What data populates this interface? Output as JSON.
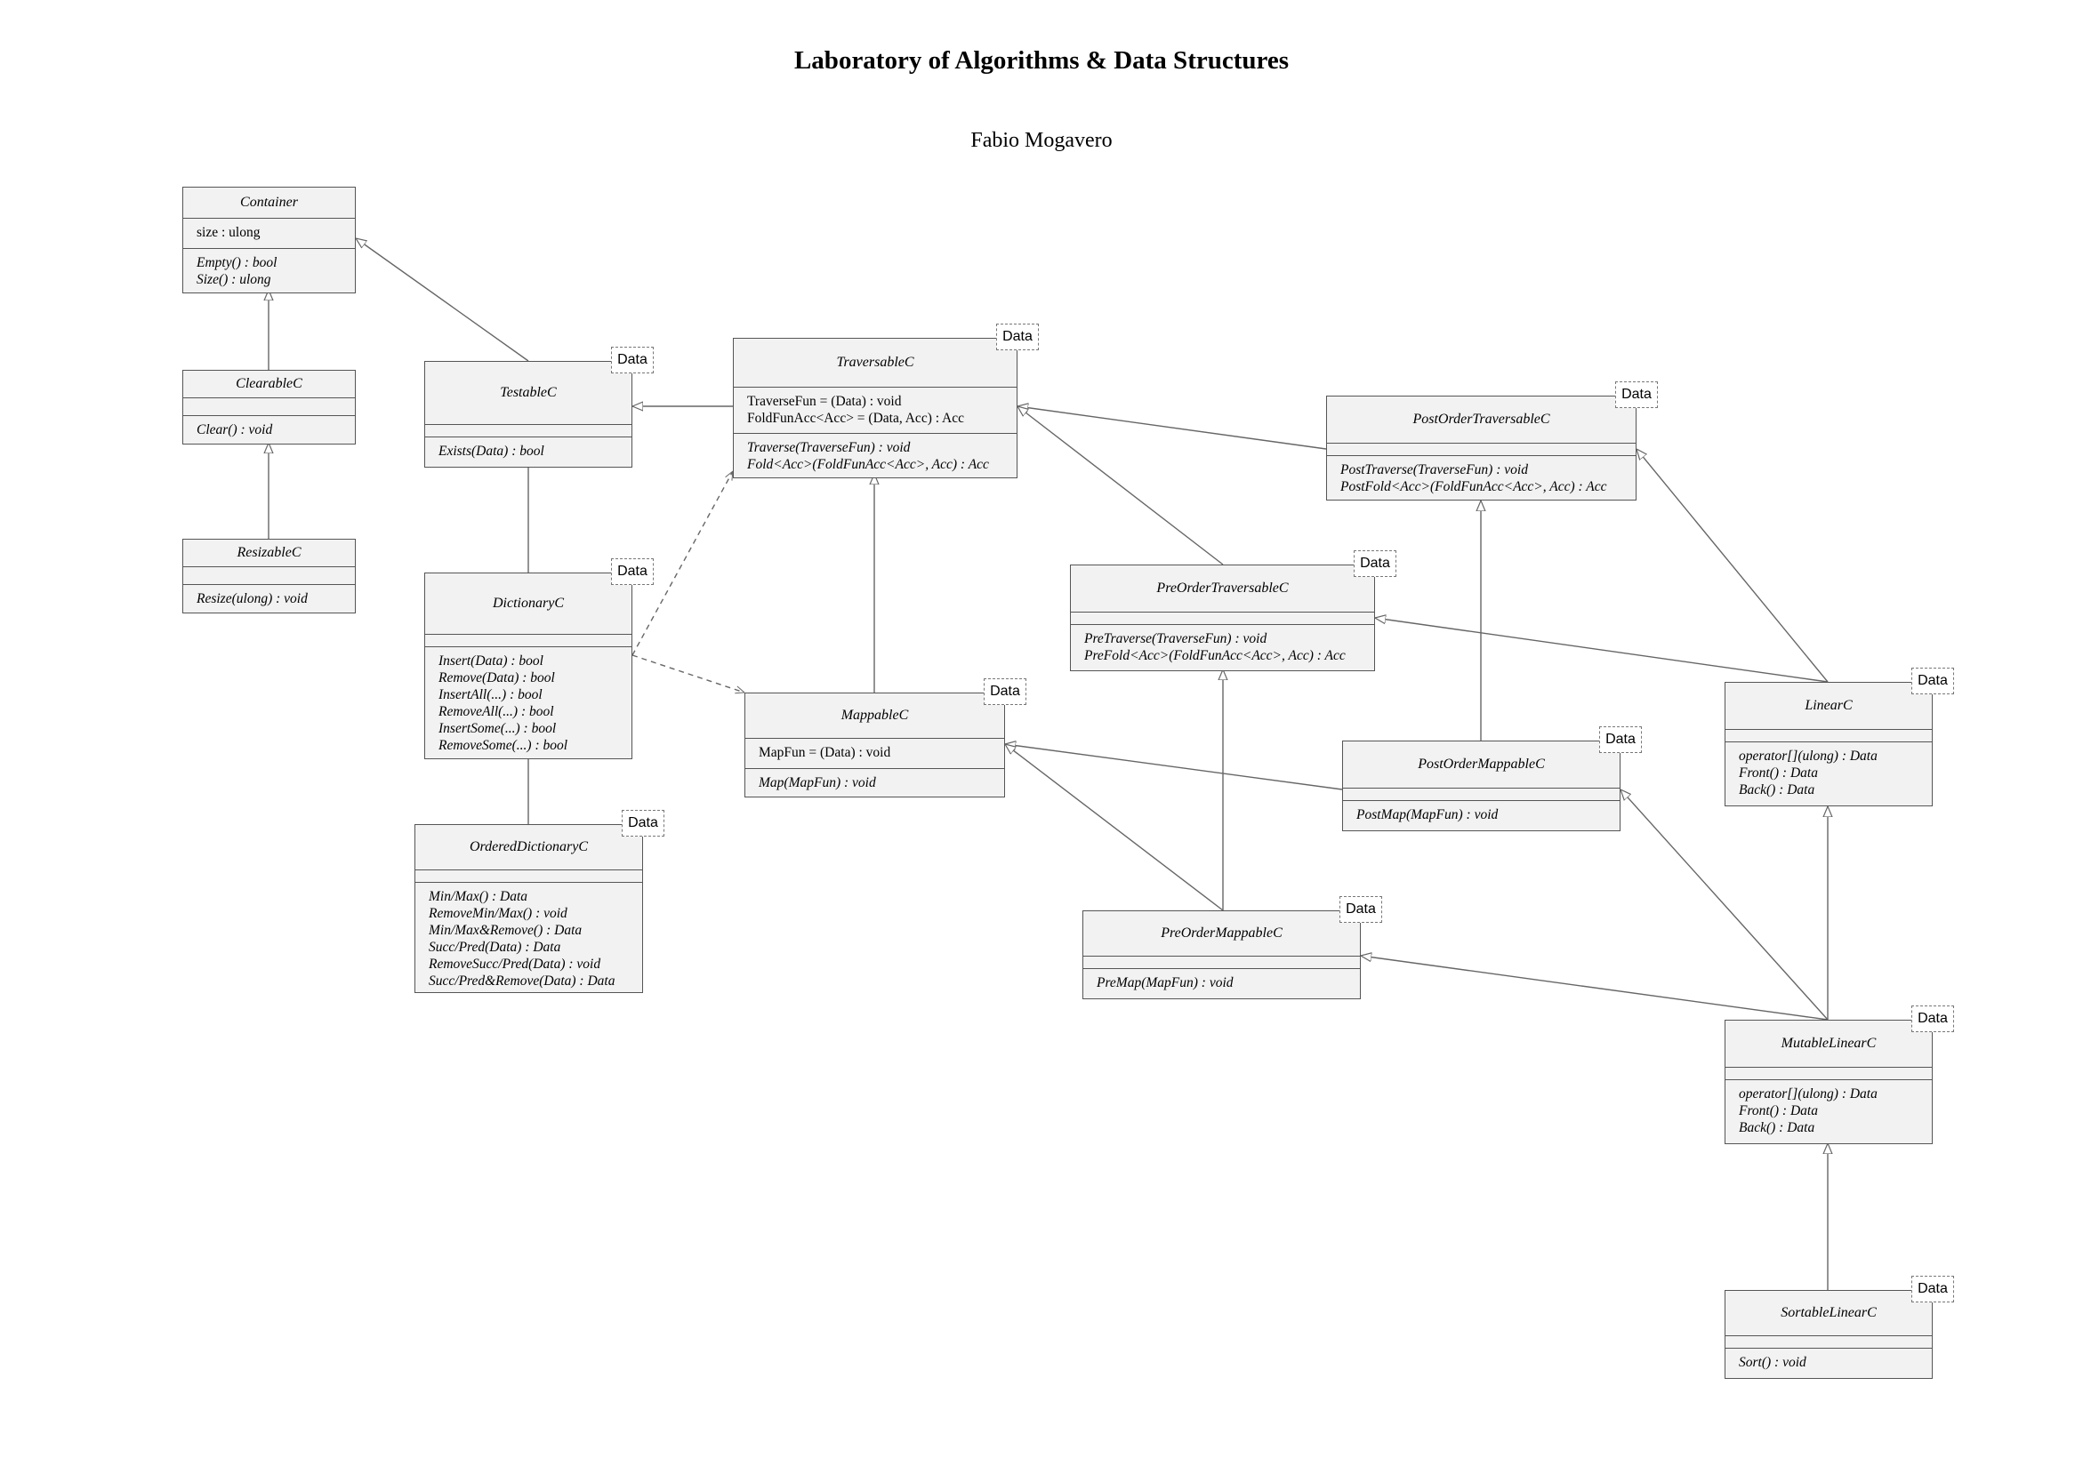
{
  "title": "Laboratory of Algorithms & Data Structures",
  "author": "Fabio Mogavero",
  "template_param": "Data",
  "classes": {
    "container": {
      "name": "Container",
      "attributes": [
        "size : ulong"
      ],
      "operations": [
        "Empty() : bool",
        "Size() : ulong"
      ]
    },
    "clearable": {
      "name": "ClearableC",
      "attributes": [],
      "operations": [
        "Clear() : void"
      ]
    },
    "resizable": {
      "name": "ResizableC",
      "attributes": [],
      "operations": [
        "Resize(ulong) : void"
      ]
    },
    "testable": {
      "name": "TestableC",
      "attributes": [],
      "operations": [
        "Exists(Data) : bool"
      ]
    },
    "dictionary": {
      "name": "DictionaryC",
      "attributes": [],
      "operations": [
        "Insert(Data) : bool",
        "Remove(Data) : bool",
        "InsertAll(...) : bool",
        "RemoveAll(...) : bool",
        "InsertSome(...) : bool",
        "RemoveSome(...) : bool"
      ]
    },
    "ordered_dictionary": {
      "name": "OrderedDictionaryC",
      "attributes": [],
      "operations": [
        "Min/Max() : Data",
        "RemoveMin/Max() : void",
        "Min/Max&Remove() : Data",
        "Succ/Pred(Data) : Data",
        "RemoveSucc/Pred(Data) : void",
        "Succ/Pred&Remove(Data) : Data"
      ]
    },
    "traversable": {
      "name": "TraversableC",
      "attributes": [
        "TraverseFun = (Data) : void",
        "FoldFunAcc<Acc> = (Data, Acc) : Acc"
      ],
      "operations": [
        "Traverse(TraverseFun) : void",
        "Fold<Acc>(FoldFunAcc<Acc>, Acc) : Acc"
      ]
    },
    "mappable": {
      "name": "MappableC",
      "attributes": [
        "MapFun = (Data) : void"
      ],
      "operations": [
        "Map(MapFun) : void"
      ]
    },
    "postorder_traversable": {
      "name": "PostOrderTraversableC",
      "attributes": [],
      "operations": [
        "PostTraverse(TraverseFun) : void",
        "PostFold<Acc>(FoldFunAcc<Acc>, Acc) : Acc"
      ]
    },
    "preorder_traversable": {
      "name": "PreOrderTraversableC",
      "attributes": [],
      "operations": [
        "PreTraverse(TraverseFun) : void",
        "PreFold<Acc>(FoldFunAcc<Acc>, Acc) : Acc"
      ]
    },
    "postorder_mappable": {
      "name": "PostOrderMappableC",
      "attributes": [],
      "operations": [
        "PostMap(MapFun) : void"
      ]
    },
    "preorder_mappable": {
      "name": "PreOrderMappableC",
      "attributes": [],
      "operations": [
        "PreMap(MapFun) : void"
      ]
    },
    "linear": {
      "name": "LinearC",
      "attributes": [],
      "operations": [
        "operator[](ulong) : Data",
        "Front() : Data",
        "Back() : Data"
      ]
    },
    "mutable_linear": {
      "name": "MutableLinearC",
      "attributes": [],
      "operations": [
        "operator[](ulong) : Data",
        "Front() : Data",
        "Back() : Data"
      ]
    },
    "sortable_linear": {
      "name": "SortableLinearC",
      "attributes": [],
      "operations": [
        "Sort() : void"
      ]
    }
  },
  "relations": [
    {
      "from": "clearable",
      "to": "container",
      "kind": "inheritance"
    },
    {
      "from": "resizable",
      "to": "clearable",
      "kind": "inheritance"
    },
    {
      "from": "testable",
      "to": "container",
      "kind": "inheritance"
    },
    {
      "from": "traversable",
      "to": "testable",
      "kind": "inheritance"
    },
    {
      "from": "dictionary",
      "to": "testable",
      "kind": "inheritance"
    },
    {
      "from": "ordered_dictionary",
      "to": "dictionary",
      "kind": "inheritance"
    },
    {
      "from": "dictionary",
      "to": "traversable",
      "kind": "dependency"
    },
    {
      "from": "dictionary",
      "to": "mappable",
      "kind": "dependency"
    },
    {
      "from": "mappable",
      "to": "traversable",
      "kind": "inheritance"
    },
    {
      "from": "postorder_traversable",
      "to": "traversable",
      "kind": "inheritance"
    },
    {
      "from": "preorder_traversable",
      "to": "traversable",
      "kind": "inheritance"
    },
    {
      "from": "postorder_mappable",
      "to": "postorder_traversable",
      "kind": "inheritance"
    },
    {
      "from": "postorder_mappable",
      "to": "mappable",
      "kind": "inheritance"
    },
    {
      "from": "preorder_mappable",
      "to": "preorder_traversable",
      "kind": "inheritance"
    },
    {
      "from": "preorder_mappable",
      "to": "mappable",
      "kind": "inheritance"
    },
    {
      "from": "linear",
      "to": "postorder_traversable",
      "kind": "inheritance"
    },
    {
      "from": "linear",
      "to": "preorder_traversable",
      "kind": "inheritance"
    },
    {
      "from": "mutable_linear",
      "to": "linear",
      "kind": "inheritance"
    },
    {
      "from": "mutable_linear",
      "to": "postorder_mappable",
      "kind": "inheritance"
    },
    {
      "from": "mutable_linear",
      "to": "preorder_mappable",
      "kind": "inheritance"
    },
    {
      "from": "sortable_linear",
      "to": "mutable_linear",
      "kind": "inheritance"
    }
  ]
}
